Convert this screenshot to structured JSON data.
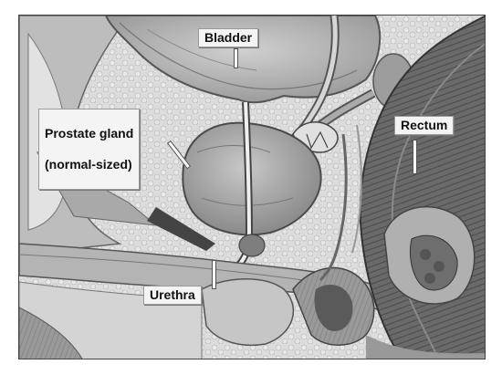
{
  "labels": {
    "bladder": "Bladder",
    "prostate_line1": "Prostate gland",
    "prostate_line2": "(normal-sized)",
    "rectum": "Rectum",
    "urethra": "Urethra"
  },
  "colors": {
    "background": "#cfcfcf",
    "label_fill": "#f4f4f4"
  }
}
